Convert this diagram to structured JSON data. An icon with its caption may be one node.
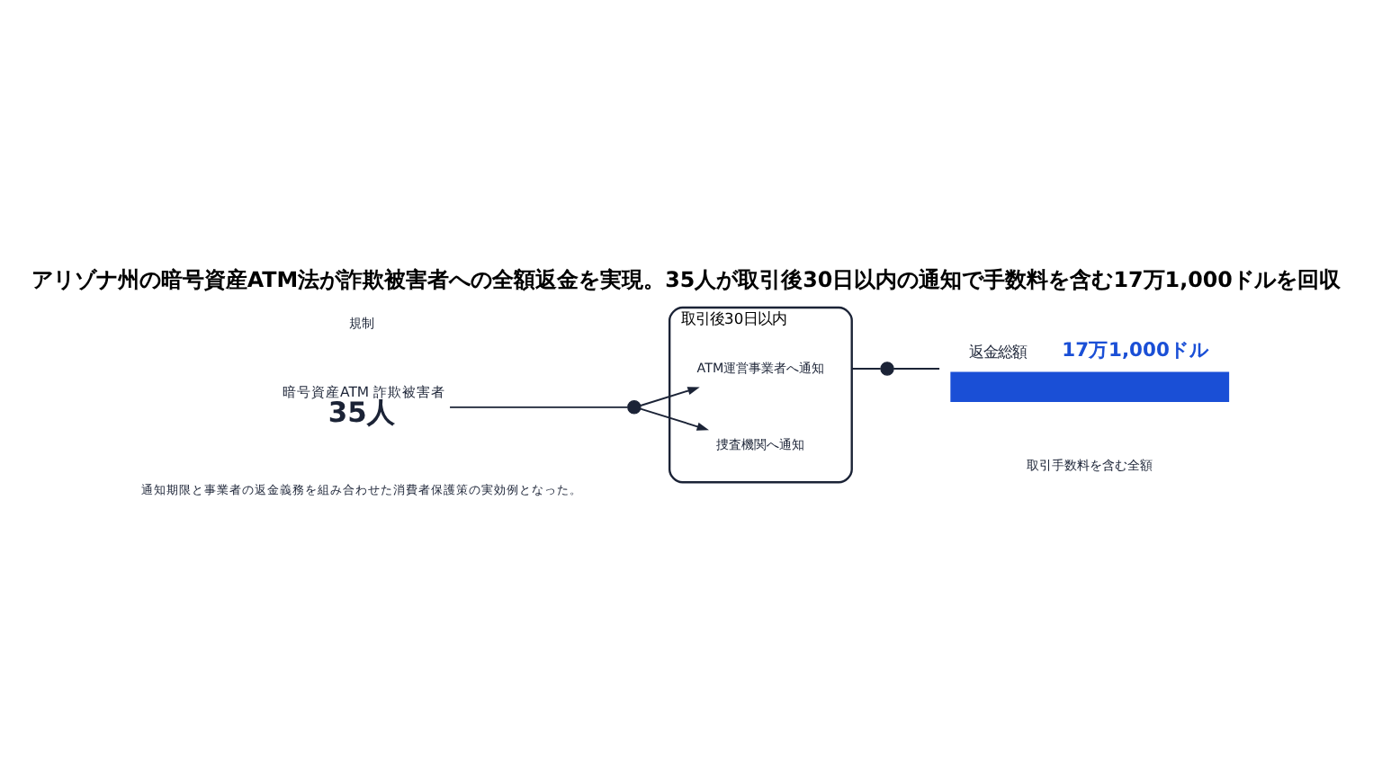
{
  "diagram": {
    "title": "アリゾナ州の暗号資産ATM法が詐欺被害者への全額返金を実現。35人が取引後30日以内の通知で手数料を含む17万1,000ドルを回収",
    "caption": "通知期限と事業者の返金義務を組み合わせた消費者保護策の実効例となった。",
    "nodes": [
      {
        "text": [
          "暗号資産ATM 詐欺被害者",
          "35人"
        ]
      },
      {
        "text": [],
        "shape": "circle"
      },
      {
        "text": [
          "取引後30日以内"
        ]
      },
      {
        "text": [
          "ATM運営事業者へ通知"
        ],
        "in": 2
      },
      {
        "text": [
          "捜査機関へ通知"
        ],
        "in": 2
      },
      {
        "text": [],
        "shape": "circle"
      },
      {
        "text": [],
        "shape": "bar",
        "beside": [
          "返金総額",
          "17万1,000ドル"
        ]
      }
    ],
    "edges": [
      {
        "from": 0,
        "to": 1,
        "arrow": "none"
      },
      {
        "from": 1,
        "to": 3,
        "arrow": "to"
      },
      {
        "from": 1,
        "to": 4,
        "arrow": "to"
      },
      {
        "from": 2,
        "to": 5,
        "arrow": "none"
      },
      {
        "from": 5,
        "to": 6,
        "arrow": "none"
      }
    ],
    "labels": [
      "規制",
      "取引手数料を含む全額"
    ]
  }
}
